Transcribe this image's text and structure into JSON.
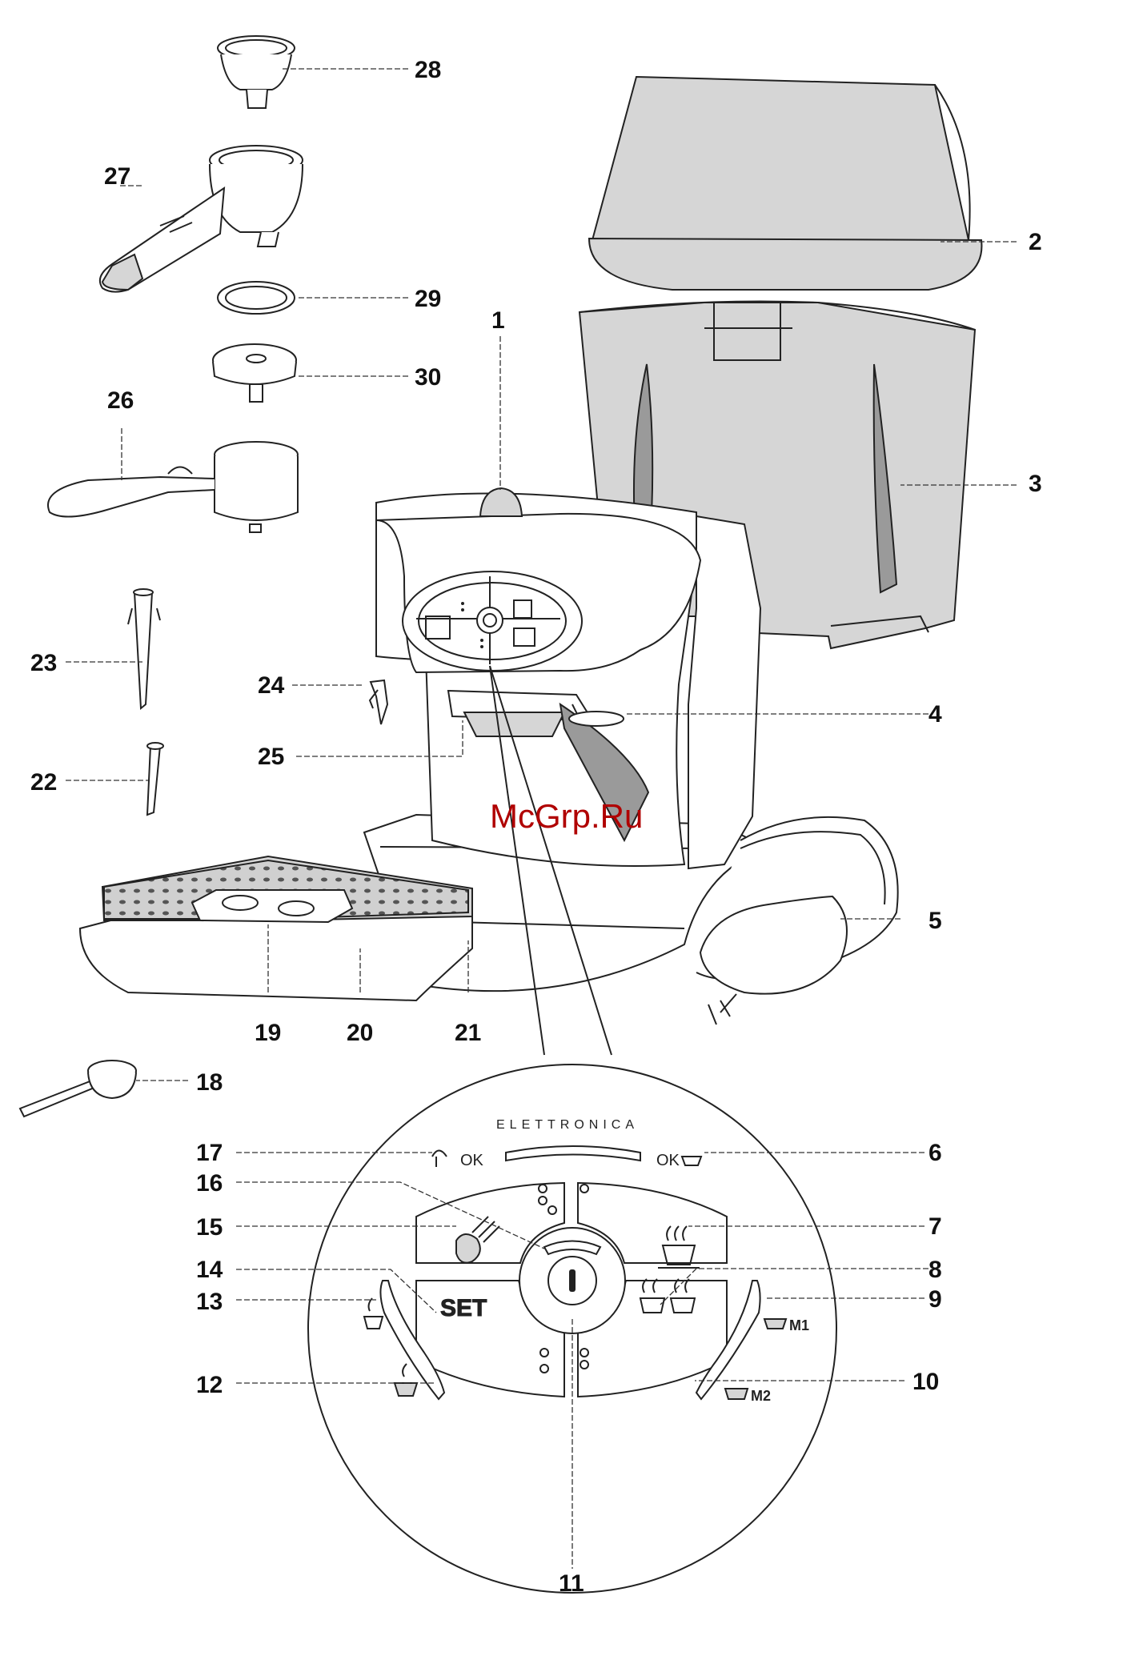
{
  "watermark": "McGrp.Ru",
  "panel": {
    "brand": "ELETTRONICA",
    "ok_steam": "OK",
    "ok_cup": "OK",
    "set": "SET",
    "m1": "M1",
    "m2": "M2"
  },
  "callouts": [
    "1",
    "2",
    "3",
    "4",
    "5",
    "6",
    "7",
    "8",
    "9",
    "10",
    "11",
    "12",
    "13",
    "14",
    "15",
    "16",
    "17",
    "18",
    "19",
    "20",
    "21",
    "22",
    "23",
    "24",
    "25",
    "26",
    "27",
    "28",
    "29",
    "30"
  ],
  "icons": [
    "steam-icon",
    "cup-icon",
    "two-cups-icon",
    "power-icon",
    "steam-jet-icon",
    "hot-cup-icon",
    "leds-icon"
  ]
}
